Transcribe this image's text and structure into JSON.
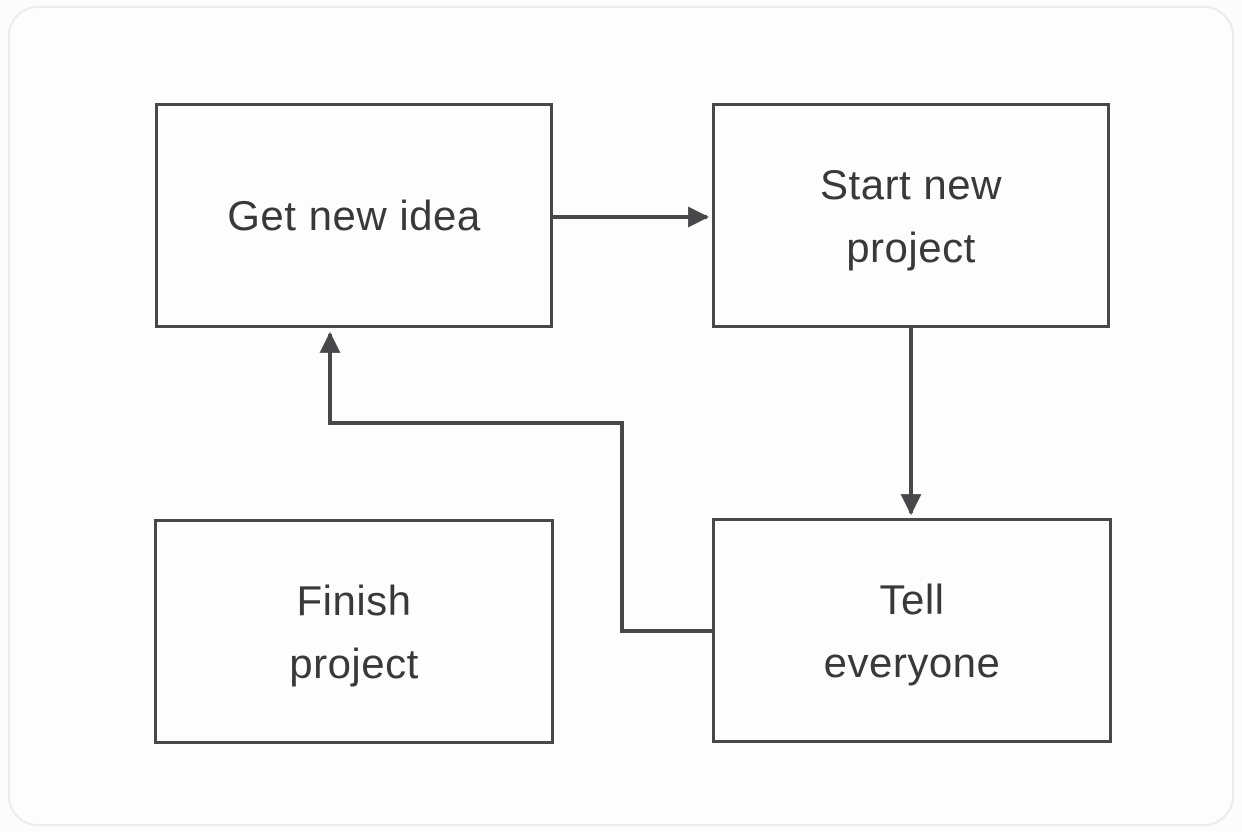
{
  "diagram": {
    "type": "flowchart",
    "nodes": [
      {
        "id": "get-new-idea",
        "label": "Get new idea"
      },
      {
        "id": "start-new-project",
        "label": "Start new\nproject"
      },
      {
        "id": "tell-everyone",
        "label": "Tell\neveryone"
      },
      {
        "id": "finish-project",
        "label": "Finish\nproject"
      }
    ],
    "edges": [
      {
        "from": "get-new-idea",
        "to": "start-new-project",
        "direction": "right"
      },
      {
        "from": "start-new-project",
        "to": "tell-everyone",
        "direction": "down"
      },
      {
        "from": "tell-everyone",
        "to": "get-new-idea",
        "direction": "left-up-elbow"
      }
    ],
    "unconnected_nodes": [
      "finish-project"
    ],
    "colors": {
      "line": "#48484b",
      "text": "#39393b",
      "box_fill": "#fdfdfd",
      "background": "#fcfcfc",
      "frame_border": "#ebebeb"
    }
  }
}
